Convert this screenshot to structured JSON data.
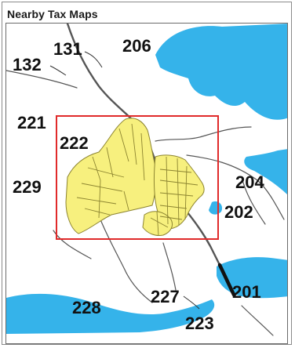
{
  "header": {
    "title": "Nearby Tax Maps"
  },
  "map": {
    "water_color": "#35b3ea",
    "parcel_fill": "#f7f07e",
    "parcel_stroke": "#8c8430",
    "extent_color": "#e02a2a",
    "road_color": "#555555",
    "neighbor_maps": [
      {
        "id": "131"
      },
      {
        "id": "132"
      },
      {
        "id": "206"
      },
      {
        "id": "221"
      },
      {
        "id": "222"
      },
      {
        "id": "229"
      },
      {
        "id": "204"
      },
      {
        "id": "202"
      },
      {
        "id": "201"
      },
      {
        "id": "227"
      },
      {
        "id": "228"
      },
      {
        "id": "223"
      }
    ]
  }
}
